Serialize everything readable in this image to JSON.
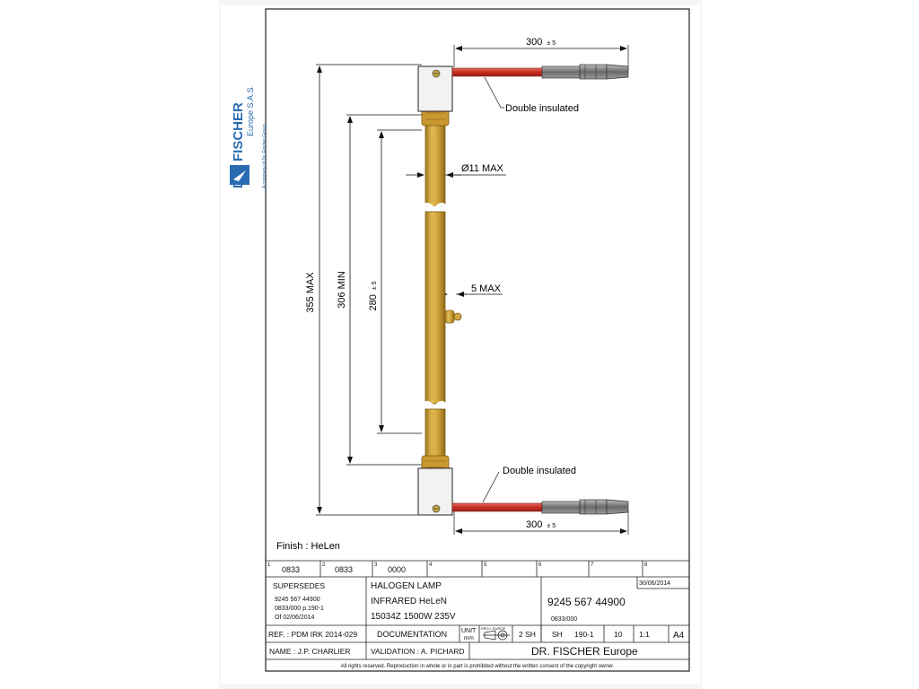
{
  "brand": {
    "name": "DR. FISCHER",
    "subname": "Europe S.A.S.",
    "tagline": "A company of Dr. Fischer Group",
    "color": "#2a6cb1"
  },
  "drawing": {
    "dims": {
      "overall": "355 MAX",
      "min_length": "306 MIN",
      "body_length": "280",
      "body_tol": "± 5",
      "diameter": "Ø11 MAX",
      "nipple": "5 MAX",
      "lead": "300",
      "lead_tol": "± 5"
    },
    "labels": {
      "insulated_top": "Double insulated",
      "insulated_bottom": "Double insulated",
      "finish": "Finish : HeLen"
    },
    "colors": {
      "tube": "#d4a640",
      "tube_dark": "#9c7518",
      "wire": "#d0362a",
      "lug": "#7d7d7d"
    }
  },
  "title_block": {
    "grid_numbers": [
      "1",
      "2",
      "3",
      "4",
      "5",
      "6",
      "7",
      "8"
    ],
    "rev_codes": [
      "0833",
      "0833",
      "0000"
    ],
    "supersedes_label": "SUPERSEDES",
    "supersedes_lines": [
      "9245 567 44900",
      "0833/000 p.190-1",
      "Of 02/06/2014"
    ],
    "description": [
      "HALOGEN LAMP",
      "INFRARED HeLeN",
      "15034Z 1500W 235V"
    ],
    "part_number": "9245 567 44900",
    "date": "30/06/2014",
    "sub_ref": "0833/000",
    "ref": "REF. : PDM IRK 2014-029",
    "doc": "DOCUMENTATION",
    "unit_label": "UNIT",
    "unit_value": "mm",
    "proj_label": "PROJ. EUROP",
    "sheets": "2 SH",
    "sh_label": "SH",
    "sh_value": "190-1",
    "count": "10",
    "scale": "1:1",
    "format": "A4",
    "name": "NAME : J.P. CHARLIER",
    "validation": "VALIDATION : A. PICHARD",
    "company": "DR. FISCHER Europe",
    "footer": "All rights reserved. Reproduction in whole or in part is prohibited without the written consent of the copyright owner."
  }
}
